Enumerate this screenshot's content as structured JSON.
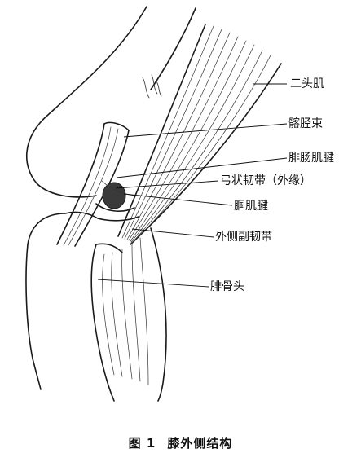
{
  "labels": {
    "biceps": "二头肌",
    "iliotibial": "髂胫束",
    "gastrocnemius": "腓肠肌腱",
    "arcuate": "弓状韧带（外缘）",
    "popliteus": "腘肌腱",
    "lateral_collateral": "外侧副韧带",
    "fibular_head": "腓骨头"
  },
  "caption": {
    "number": "图 1",
    "title": "膝外侧结构"
  }
}
